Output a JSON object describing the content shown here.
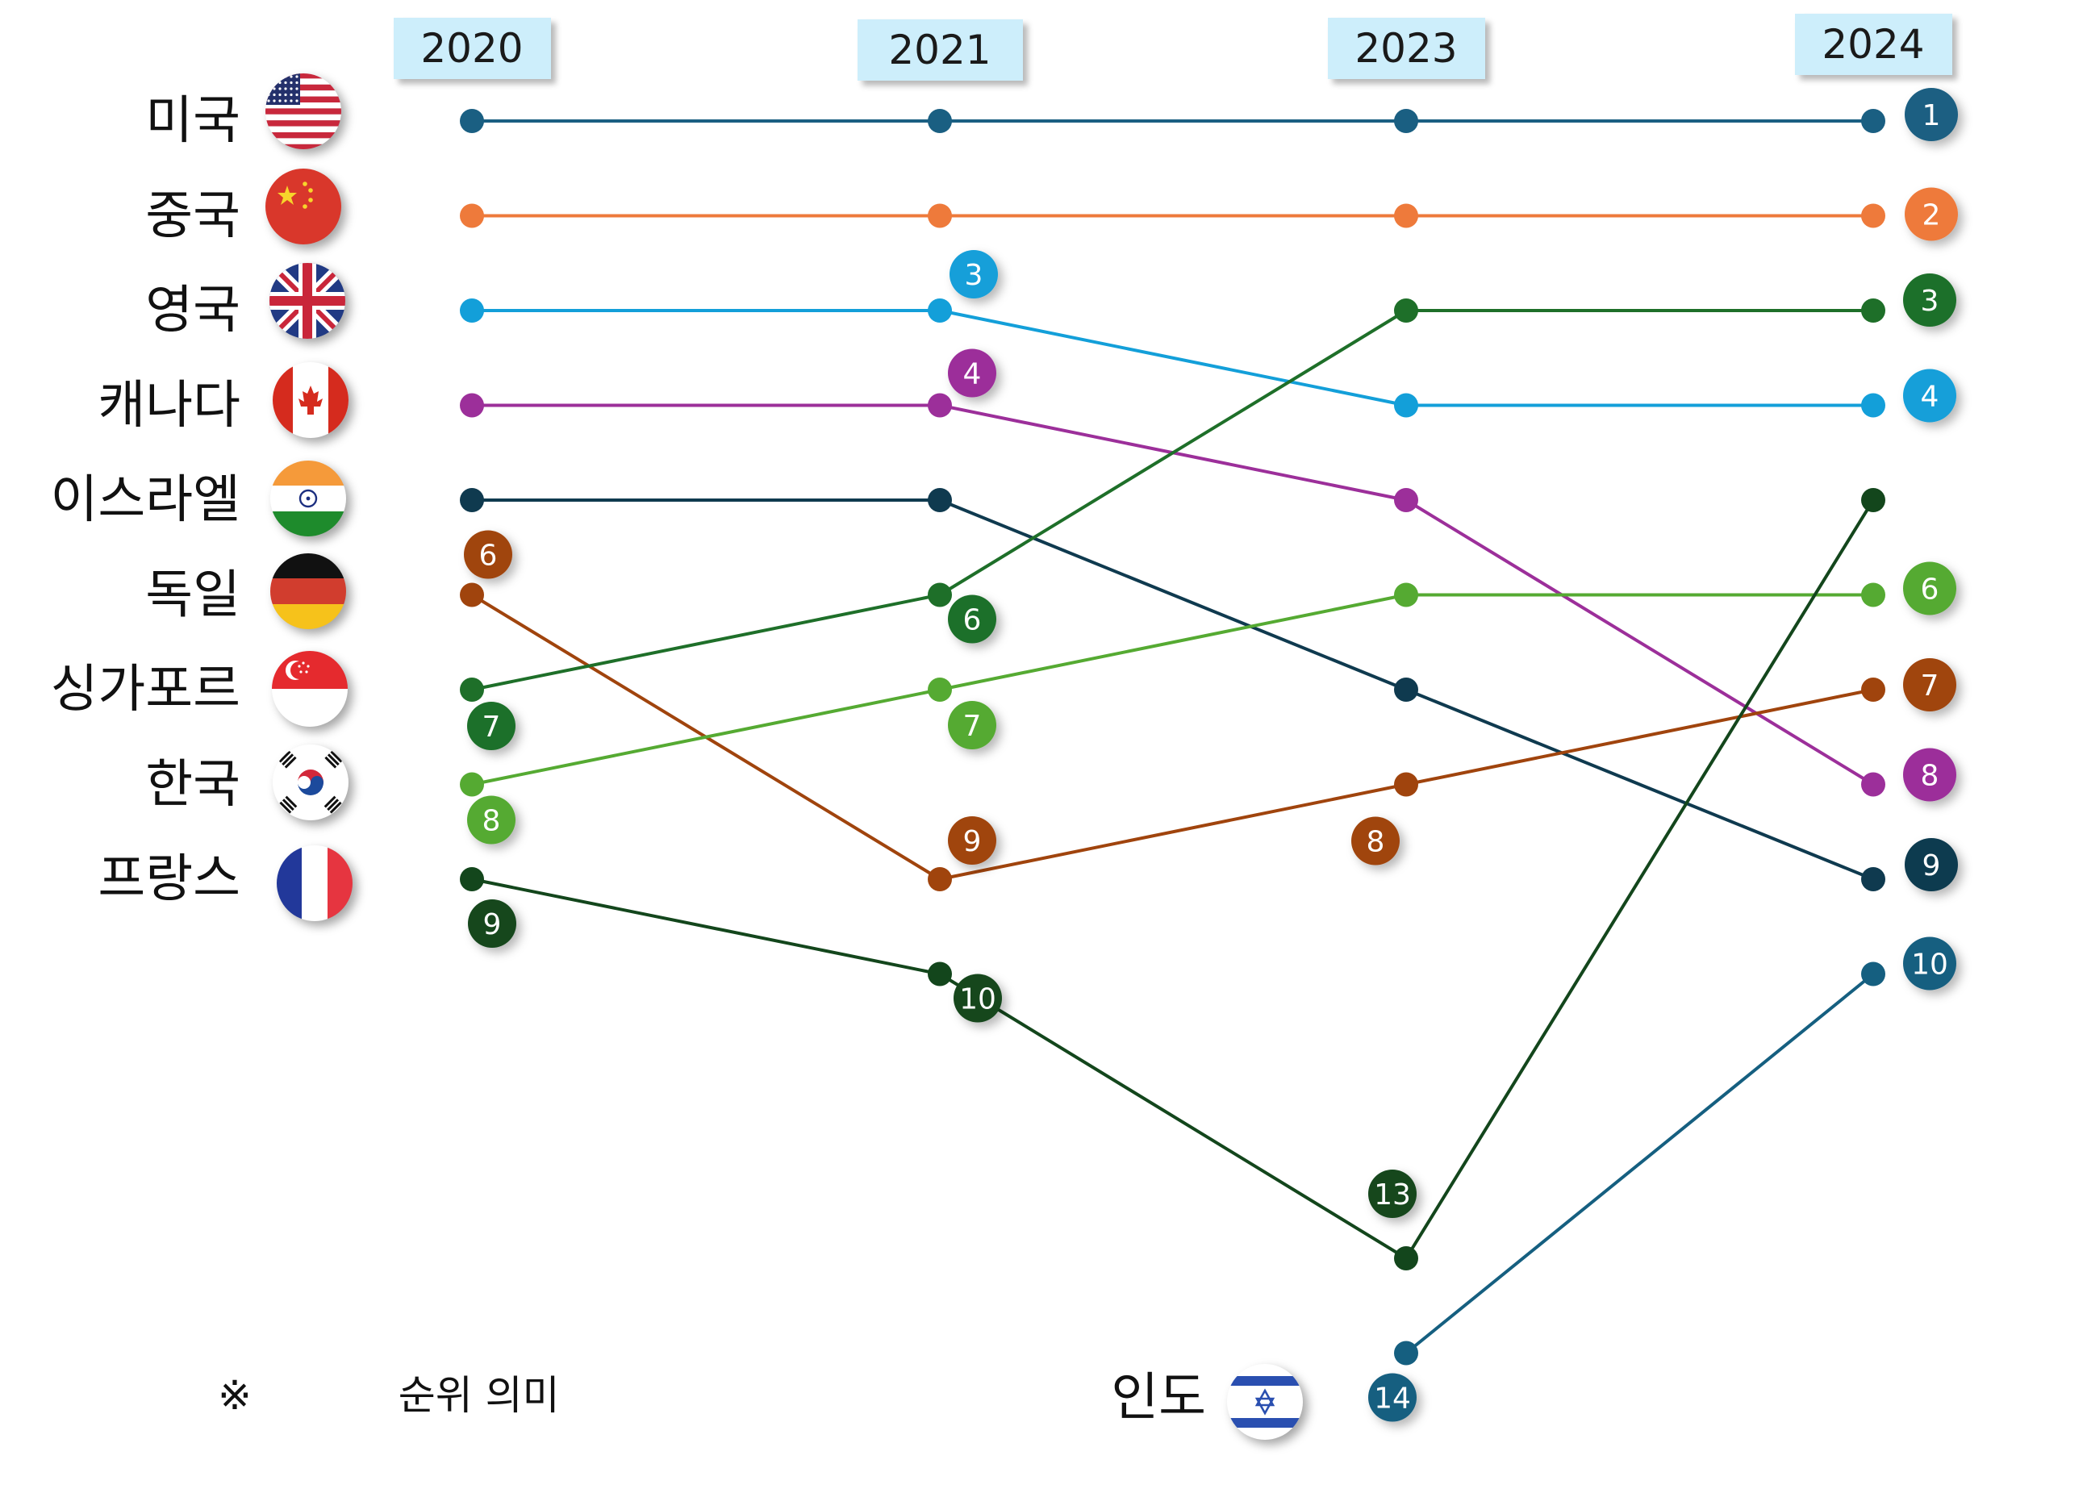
{
  "chart_data": {
    "type": "line",
    "title": "",
    "xlabel": "",
    "ylabel": "",
    "x": [
      "2020",
      "2021",
      "2023",
      "2024"
    ],
    "ylim": [
      1,
      14
    ],
    "y_inverted": true,
    "grid": false,
    "legend": "left",
    "series": [
      {
        "name": "미국",
        "flag": "us-flag",
        "color": "#1a5f82",
        "values": [
          1,
          1,
          1,
          1
        ]
      },
      {
        "name": "중국",
        "flag": "china-flag",
        "color": "#ee7a3b",
        "values": [
          2,
          2,
          2,
          2
        ]
      },
      {
        "name": "영국",
        "flag": "uk-flag",
        "color": "#139fd9",
        "values": [
          3,
          3,
          4,
          4
        ]
      },
      {
        "name": "캐나다",
        "flag": "canada-flag",
        "color": "#9c2f9a",
        "values": [
          4,
          4,
          5,
          8
        ]
      },
      {
        "name": "이스라엘",
        "flag": "india-flag",
        "color": "#0f3a4f",
        "values": [
          5,
          5,
          7,
          9
        ]
      },
      {
        "name": "독일",
        "flag": "germany-flag",
        "color": "#a0440d",
        "values": [
          6,
          9,
          8,
          7
        ]
      },
      {
        "name": "싱가포르",
        "flag": "singapore-flag",
        "color": "#1e6f29",
        "values": [
          7,
          6,
          3,
          3
        ]
      },
      {
        "name": "한국",
        "flag": "korea-flag",
        "color": "#55aa32",
        "values": [
          8,
          7,
          6,
          6
        ]
      },
      {
        "name": "프랑스",
        "flag": "france-flag",
        "color": "#13461c",
        "values": [
          9,
          10,
          13,
          5
        ]
      },
      {
        "name": "인도",
        "flag": "israel-flag",
        "color": "#155f80",
        "values": [
          null,
          null,
          14,
          10
        ]
      }
    ]
  },
  "note": {
    "symbol": "※",
    "text": "순위 의미"
  }
}
